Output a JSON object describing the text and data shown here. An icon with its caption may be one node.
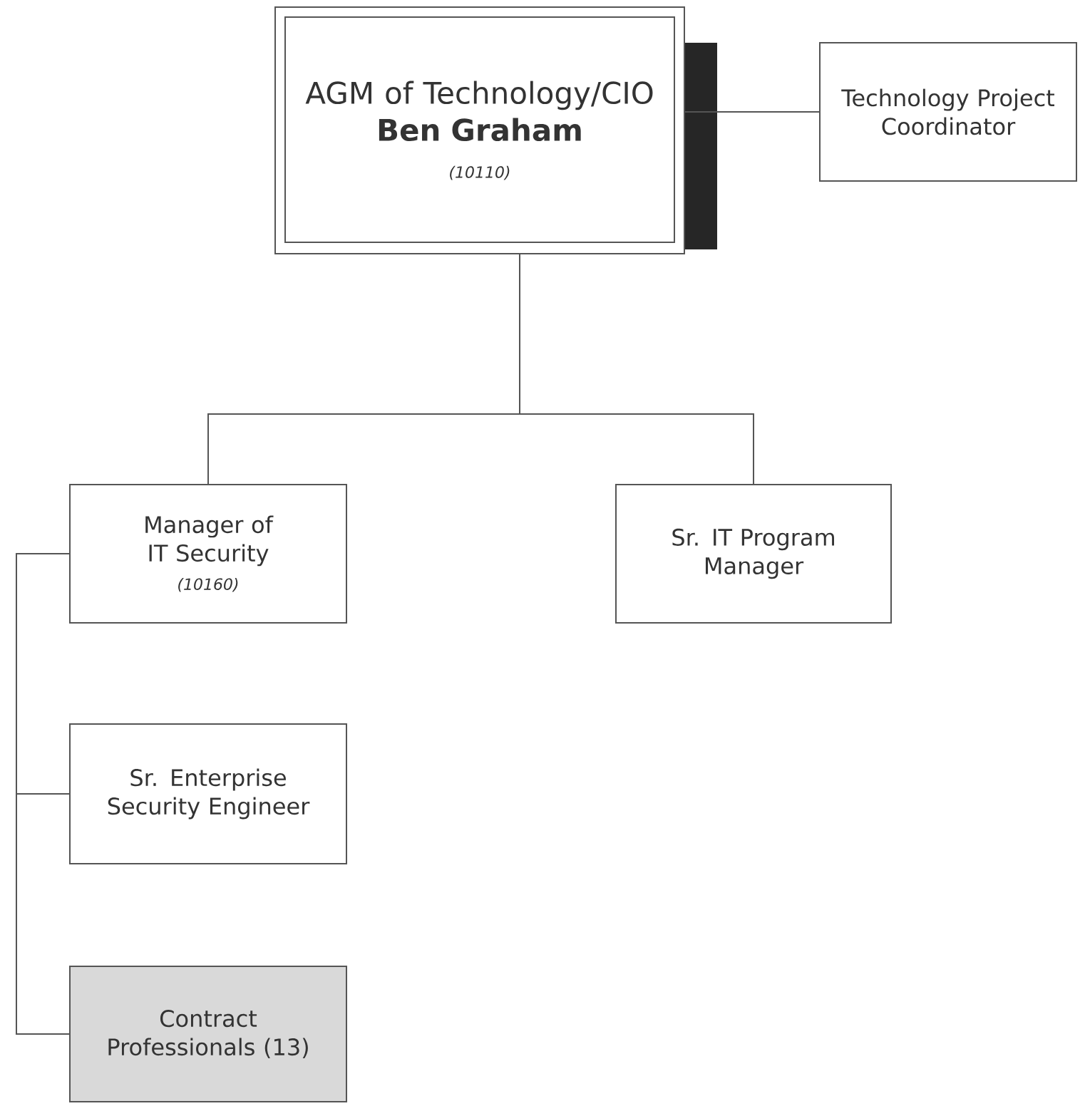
{
  "diagram": {
    "nodes": [
      {
        "text": [
          "AGM of Technology/CIO",
          "Ben Graham",
          "(10110)"
        ]
      },
      {
        "text": [
          "Technology Project Coordinator"
        ]
      },
      {
        "text": [
          "Manager of IT Security",
          "(10160)"
        ]
      },
      {
        "text": [
          "Sr. IT Program Manager"
        ]
      },
      {
        "text": [
          "Sr. Enterprise Security Engineer"
        ]
      },
      {
        "text": [
          "Contract Professionals (13)"
        ]
      }
    ],
    "edges": [
      {
        "from": 0,
        "to": 1,
        "arrow": "none"
      },
      {
        "from": 0,
        "to": 2,
        "arrow": "none"
      },
      {
        "from": 0,
        "to": 3,
        "arrow": "none"
      },
      {
        "from": 2,
        "to": 4,
        "arrow": "none"
      },
      {
        "from": 2,
        "to": 5,
        "arrow": "none"
      }
    ]
  }
}
